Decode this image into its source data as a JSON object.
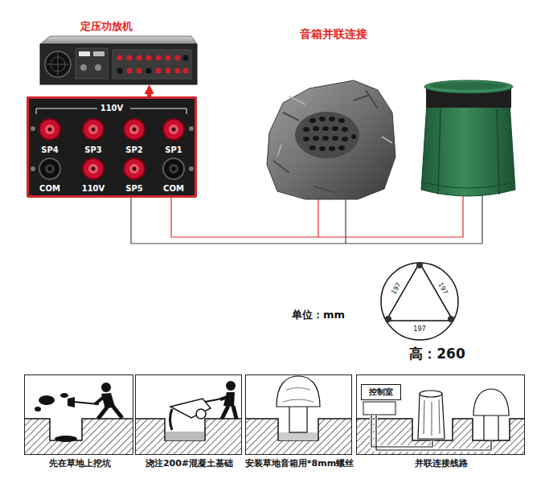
{
  "diagram": {
    "nodes": [
      {
        "text": [
          "定压功放机"
        ]
      },
      {
        "text": [
          "110V",
          "SP4",
          "SP3",
          "SP2",
          "SP1",
          "COM",
          "110V",
          "SP5",
          "COM"
        ]
      },
      {
        "text": [
          "先在草地上挖坑"
        ]
      },
      {
        "text": [
          "浇注200#混凝土基础"
        ]
      },
      {
        "text": [
          "安装草地音箱用*8mm螺丝"
        ]
      },
      {
        "text": [
          "并联连接线路"
        ]
      },
      {
        "text": [
          "控制室"
        ],
        "in": 5
      }
    ],
    "edges": [
      {
        "from": 1,
        "to": 0,
        "arrow": "to"
      }
    ],
    "labels": [
      "音箱并联连接",
      "单位：mm",
      "197",
      "197",
      "197",
      "高：260"
    ]
  }
}
